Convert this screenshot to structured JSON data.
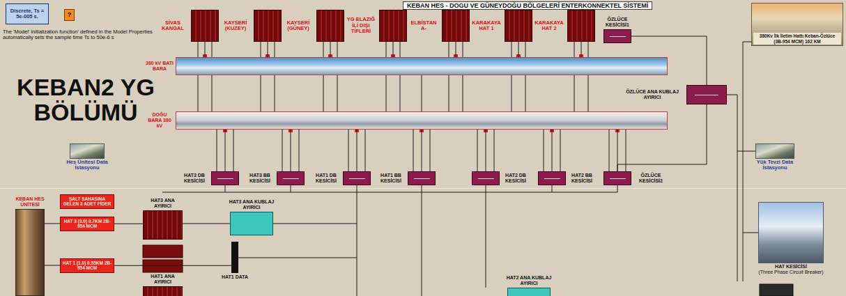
{
  "diagram": {
    "title": "KEBAN HES - DOGU VE GÜNEYDOĞU BÖLGELERİ ENTERKONNEKTEL SİSTEMİ",
    "nodes": [
      {
        "text": [
          "Discrete, Ts = 5e-005 s."
        ]
      },
      {
        "text": [
          "?"
        ]
      },
      {
        "text": [
          "SİVAS KANGAL"
        ]
      },
      {
        "text": [
          "KAYSERİ (KUZEY)"
        ]
      },
      {
        "text": [
          "KAYSERİ (GÜNEY)"
        ]
      },
      {
        "text": [
          "YG ELAZIĞ İLİ DIŞI TİFLERİ"
        ]
      },
      {
        "text": [
          "ELBİSTAN A-"
        ]
      },
      {
        "text": [
          "KARAKAYA HAT 1"
        ]
      },
      {
        "text": [
          "KARAKAYA HAT 2"
        ]
      },
      {
        "text": [
          "ÖZLÜCE KESİCİSİ1"
        ]
      },
      {
        "text": [
          "380Kv İlk İletim Hattı Keban-Özlüce (3B-954 MCM) 162 KM"
        ]
      },
      {
        "text": [
          "380 kV BATI BARA"
        ]
      },
      {
        "text": [
          "ÖZLÜCE ANA KUBLAJ AYIRICI"
        ]
      },
      {
        "text": [
          "DOĞU BARA 380 kV"
        ]
      },
      {
        "text": [
          "Hes Ünitesi Data İstasyonu"
        ]
      },
      {
        "text": [
          "Yük Tevzi Data İstasyonu"
        ]
      },
      {
        "text": [
          "HAT3 DB KESİCİSİ"
        ]
      },
      {
        "text": [
          "HAT3 BB KESİCİSİ"
        ]
      },
      {
        "text": [
          "HAT1 DB KESİCİSİ"
        ]
      },
      {
        "text": [
          "HAT1 BB KESİCİSİ"
        ]
      },
      {
        "text": [
          "HAT2 DB KESİCİSİ"
        ]
      },
      {
        "text": [
          "HAT2 BB KESİCİSİ"
        ]
      },
      {
        "text": [
          "ÖZLÜCE KESİCİSİ2"
        ]
      },
      {
        "text": [
          "KEBAN HES ÜNİTESİ"
        ]
      },
      {
        "text": [
          "ŞALT SAHASINA GELEN 3 ADET FİDER"
        ]
      },
      {
        "text": [
          "HAT 3 (3.0) 0.7KM 2B-954 MCM"
        ]
      },
      {
        "text": [
          "HAT3 ANA AYIRICI"
        ]
      },
      {
        "text": [
          "HAT3 ANA KUBLAJ AYIRICI"
        ]
      },
      {
        "text": [
          "HAT 1 (1.0) 0.55KM 2B-954 MCM"
        ]
      },
      {
        "text": [
          "HAT1 ANA AYIRICI"
        ]
      },
      {
        "text": [
          "HAT1 DATA"
        ]
      },
      {
        "text": [
          "HAT2 ANA KUBLAJ AYIRICI"
        ]
      },
      {
        "text": [
          "HAT KESİCİSİ",
          "(Three Phase Circuit Breaker)"
        ]
      }
    ],
    "edges": [
      {
        "from": 2,
        "to": 11,
        "arrow": "none"
      },
      {
        "from": 3,
        "to": 11,
        "arrow": "none"
      },
      {
        "from": 4,
        "to": 11,
        "arrow": "none"
      },
      {
        "from": 5,
        "to": 11,
        "arrow": "none"
      },
      {
        "from": 6,
        "to": 11,
        "arrow": "none"
      },
      {
        "from": 7,
        "to": 11,
        "arrow": "none"
      },
      {
        "from": 8,
        "to": 11,
        "arrow": "none"
      },
      {
        "from": 11,
        "to": 13,
        "arrow": "none"
      },
      {
        "from": 13,
        "to": 16,
        "arrow": "none"
      },
      {
        "from": 13,
        "to": 17,
        "arrow": "none"
      },
      {
        "from": 13,
        "to": 18,
        "arrow": "none"
      },
      {
        "from": 13,
        "to": 19,
        "arrow": "none"
      },
      {
        "from": 13,
        "to": 20,
        "arrow": "none"
      },
      {
        "from": 13,
        "to": 21,
        "arrow": "none"
      },
      {
        "from": 13,
        "to": 22,
        "arrow": "none"
      },
      {
        "from": 9,
        "to": 12,
        "arrow": "none"
      },
      {
        "from": 12,
        "to": 22,
        "arrow": "none"
      },
      {
        "from": 25,
        "to": 26,
        "arrow": "none"
      },
      {
        "from": 26,
        "to": 27,
        "arrow": "none"
      },
      {
        "from": 28,
        "to": 30,
        "arrow": "none"
      }
    ],
    "labels": [
      "The 'Model' initialization function' defined in the Model Properties automatically sets the sample time Ts to 50e-6 s",
      "KEBAN2 YG BÖLÜMÜ"
    ]
  }
}
